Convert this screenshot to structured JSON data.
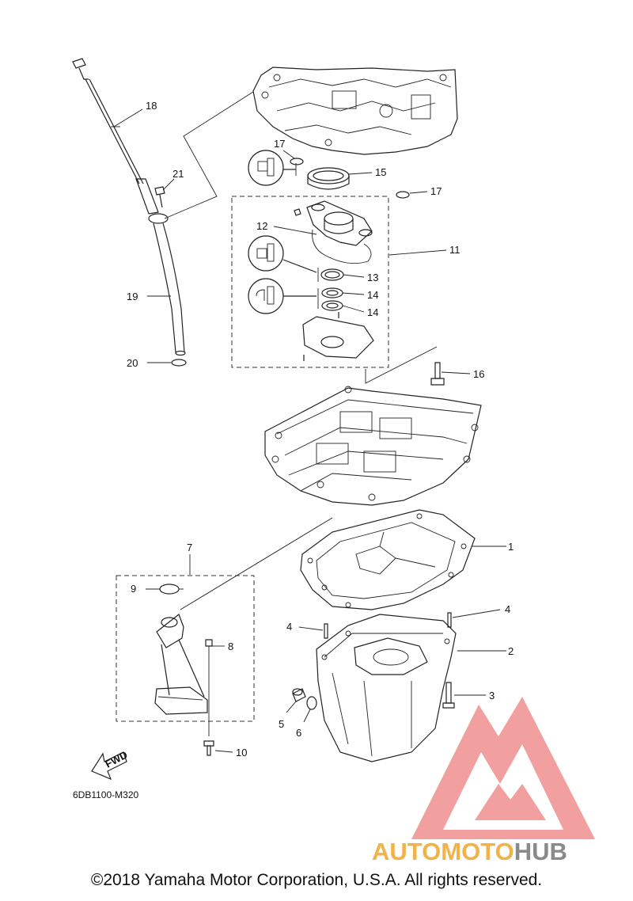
{
  "diagram": {
    "callouts": [
      {
        "id": "c1",
        "label": "1"
      },
      {
        "id": "c2",
        "label": "2"
      },
      {
        "id": "c3",
        "label": "3"
      },
      {
        "id": "c4a",
        "label": "4"
      },
      {
        "id": "c4b",
        "label": "4"
      },
      {
        "id": "c5",
        "label": "5"
      },
      {
        "id": "c6",
        "label": "6"
      },
      {
        "id": "c7",
        "label": "7"
      },
      {
        "id": "c8",
        "label": "8"
      },
      {
        "id": "c9",
        "label": "9"
      },
      {
        "id": "c10",
        "label": "10"
      },
      {
        "id": "c11",
        "label": "11"
      },
      {
        "id": "c12",
        "label": "12"
      },
      {
        "id": "c13",
        "label": "13"
      },
      {
        "id": "c14a",
        "label": "14"
      },
      {
        "id": "c14b",
        "label": "14"
      },
      {
        "id": "c15",
        "label": "15"
      },
      {
        "id": "c16",
        "label": "16"
      },
      {
        "id": "c17a",
        "label": "17"
      },
      {
        "id": "c17b",
        "label": "17"
      },
      {
        "id": "c18",
        "label": "18"
      },
      {
        "id": "c19",
        "label": "19"
      },
      {
        "id": "c20",
        "label": "20"
      },
      {
        "id": "c21",
        "label": "21"
      }
    ],
    "fwd_label": "FWD",
    "drawing_code": "6DB1100-M320"
  },
  "watermark": {
    "part_a": "AUTOMOTO",
    "part_b": "HUB",
    "color_a": "#f2b24a",
    "color_b": "#8a8a8a",
    "logo_color": "#ef8f8f"
  },
  "footer": {
    "copyright": "©2018 Yamaha Motor Corporation, U.S.A. All rights reserved."
  }
}
